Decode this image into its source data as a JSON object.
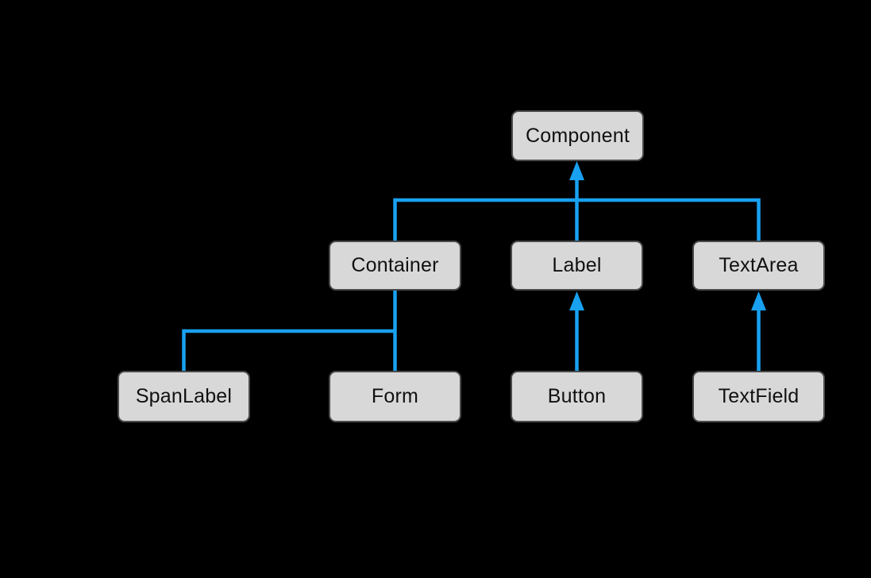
{
  "diagram": {
    "kind": "class-hierarchy",
    "colors": {
      "background": "#000000",
      "connector_blue": "#18a1f0",
      "node_fill": "#d8d8d8",
      "node_border": "#4a4a4a",
      "node_text": "#111111",
      "annotation_line": "#000000"
    },
    "nodes": [
      {
        "id": "component",
        "label": "Component",
        "row": 1
      },
      {
        "id": "container",
        "label": "Container",
        "row": 2
      },
      {
        "id": "label",
        "label": "Label",
        "row": 2
      },
      {
        "id": "textarea",
        "label": "TextArea",
        "row": 2
      },
      {
        "id": "spanlabel",
        "label": "SpanLabel",
        "row": 3
      },
      {
        "id": "form",
        "label": "Form",
        "row": 3
      },
      {
        "id": "button",
        "label": "Button",
        "row": 3
      },
      {
        "id": "textfield",
        "label": "TextField",
        "row": 3
      }
    ],
    "edges": [
      {
        "children": [
          "Container",
          "Label",
          "TextArea"
        ],
        "parent": "Component",
        "style": "blue tree rail, arrowhead into Component"
      },
      {
        "children": [
          "SpanLabel",
          "Form"
        ],
        "parent": "Container",
        "style": "blue tree rail, no arrowhead"
      },
      {
        "children": [
          "Button"
        ],
        "parent": "Label",
        "style": "blue line, arrowhead into Label"
      },
      {
        "children": [
          "TextField"
        ],
        "parent": "TextArea",
        "style": "blue line, arrowhead into TextArea"
      }
    ],
    "annotations": [
      {
        "id": "slash-button",
        "desc": "black leader line crossing Button top-left corner"
      },
      {
        "id": "slash-textfield",
        "desc": "black leader line crossing TextField right side"
      },
      {
        "id": "tick-textarea",
        "desc": "small black tick on TextArea bottom edge"
      }
    ]
  }
}
